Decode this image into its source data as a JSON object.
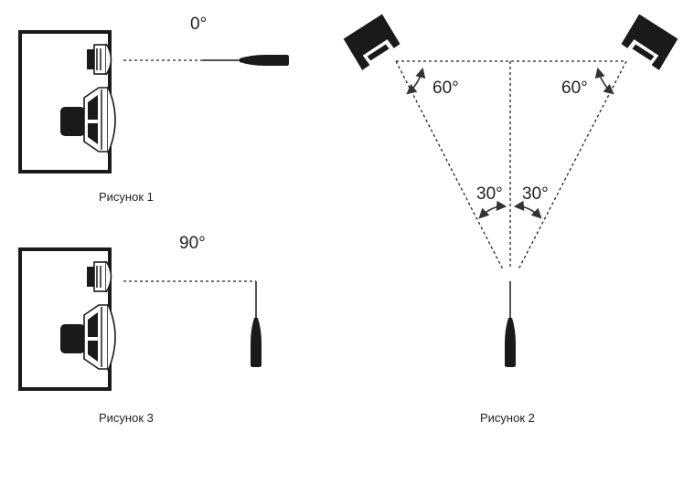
{
  "figures": {
    "fig1": {
      "caption": "Рисунок 1",
      "angle_label": "0°"
    },
    "fig2": {
      "caption": "Рисунок 2",
      "angle_left_outer": "60°",
      "angle_right_outer": "60°",
      "angle_left_inner": "30°",
      "angle_right_inner": "30°"
    },
    "fig3": {
      "caption": "Рисунок 3",
      "angle_label": "90°"
    }
  },
  "icons": [
    "speaker-cabinet-icon",
    "microphone-icon",
    "studio-monitor-icon",
    "angle-arrow-icon"
  ],
  "colors": {
    "ink": "#1a1a1a",
    "background": "#ffffff"
  }
}
